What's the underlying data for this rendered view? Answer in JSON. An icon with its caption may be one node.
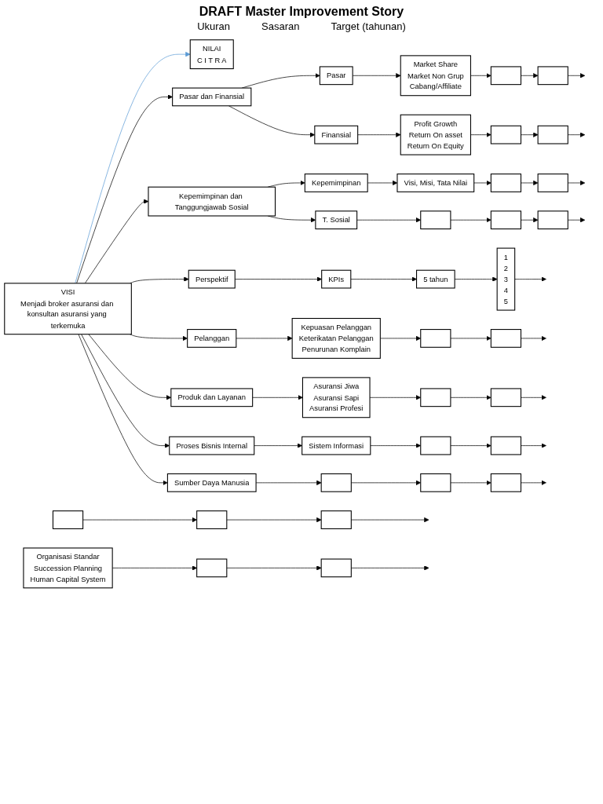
{
  "diagram": {
    "title": "DRAFT Master Improvement Story",
    "nodes": [
      {
        "text": [
          "VISI",
          "Menjadi broker asuransi dan konsultan asuransi yang terkemuka"
        ]
      },
      {
        "text": [
          "NILAI",
          "C I T R A"
        ]
      },
      {
        "text": [
          "Perspektif"
        ]
      },
      {
        "text": [
          "KPIs"
        ]
      },
      {
        "text": [
          "5 tahun"
        ]
      },
      {
        "text": [
          "1",
          "2",
          "3",
          "4",
          "5"
        ]
      },
      {
        "text": [
          "Pasar dan Finansial"
        ]
      },
      {
        "text": [
          "Pasar"
        ]
      },
      {
        "text": [
          "Market Share",
          "Market Non Grup",
          "Cabang/Affiliate"
        ]
      },
      {
        "text": [],
        "shape": "box"
      },
      {
        "text": [],
        "shape": "box"
      },
      {
        "text": [
          "Finansial"
        ]
      },
      {
        "text": [
          "Profit Growth",
          "Return On asset",
          "Return On Equity"
        ]
      },
      {
        "text": [],
        "shape": "box"
      },
      {
        "text": [],
        "shape": "box"
      },
      {
        "text": [
          "Pelanggan"
        ]
      },
      {
        "text": [
          "Kepuasan Pelanggan",
          "Keterikatan Pelanggan",
          "Penurunan Komplain"
        ]
      },
      {
        "text": [],
        "shape": "box"
      },
      {
        "text": [],
        "shape": "box"
      },
      {
        "text": [
          "Produk dan Layanan"
        ]
      },
      {
        "text": [
          "Asuransi Jiwa",
          "Asuransi Sapi",
          "Asuransi Profesi"
        ]
      },
      {
        "text": [],
        "shape": "box"
      },
      {
        "text": [],
        "shape": "box"
      },
      {
        "text": [],
        "shape": "box"
      },
      {
        "text": [],
        "shape": "box"
      },
      {
        "text": [],
        "shape": "box"
      },
      {
        "text": [
          "Proses Bisnis Internal"
        ]
      },
      {
        "text": [
          "Sistem Informasi"
        ]
      },
      {
        "text": [],
        "shape": "box"
      },
      {
        "text": [],
        "shape": "box"
      },
      {
        "text": [
          "Sumber Daya Manusia"
        ]
      },
      {
        "text": [
          "Organisasi Standar",
          "Succession Planning",
          "Human Capital System"
        ]
      },
      {
        "text": [],
        "shape": "box"
      },
      {
        "text": [],
        "shape": "box"
      },
      {
        "text": [],
        "shape": "box"
      },
      {
        "text": [],
        "shape": "box"
      },
      {
        "text": [],
        "shape": "box"
      },
      {
        "text": [
          "Kepemimpinan dan Tanggungjawab Sosial"
        ]
      },
      {
        "text": [
          "Kepemimpinan"
        ]
      },
      {
        "text": [
          "Visi, Misi, Tata Nilai"
        ]
      },
      {
        "text": [],
        "shape": "box"
      },
      {
        "text": [],
        "shape": "box"
      },
      {
        "text": [
          "T. Sosial"
        ]
      },
      {
        "text": [],
        "shape": "box"
      },
      {
        "text": [],
        "shape": "box"
      },
      {
        "text": [],
        "shape": "box"
      }
    ],
    "edges": [
      {
        "from": 0,
        "to": 1,
        "arrow": "to",
        "color": "#5b9bd5"
      },
      {
        "from": 0,
        "to": 2,
        "arrow": "to"
      },
      {
        "from": 0,
        "to": 6,
        "arrow": "to"
      },
      {
        "from": 0,
        "to": 15,
        "arrow": "to"
      },
      {
        "from": 0,
        "to": 19,
        "arrow": "to"
      },
      {
        "from": 0,
        "to": 26,
        "arrow": "to"
      },
      {
        "from": 0,
        "to": 30,
        "arrow": "to"
      },
      {
        "from": 0,
        "to": 37,
        "arrow": "to"
      },
      {
        "from": 2,
        "to": 3,
        "arrow": "to"
      },
      {
        "from": 3,
        "to": 4,
        "arrow": "to"
      },
      {
        "from": 4,
        "to": 5,
        "arrow": "to"
      },
      {
        "from": 5,
        "to": null,
        "arrow": "to"
      },
      {
        "from": 6,
        "to": 7,
        "arrow": "to"
      },
      {
        "from": 6,
        "to": 11,
        "arrow": "to"
      },
      {
        "from": 7,
        "to": 8,
        "arrow": "to"
      },
      {
        "from": 8,
        "to": 9,
        "arrow": "to"
      },
      {
        "from": 9,
        "to": 10,
        "arrow": "to"
      },
      {
        "from": 10,
        "to": null,
        "arrow": "to"
      },
      {
        "from": 11,
        "to": 12,
        "arrow": "to"
      },
      {
        "from": 12,
        "to": 13,
        "arrow": "to"
      },
      {
        "from": 13,
        "to": 14,
        "arrow": "to"
      },
      {
        "from": 14,
        "to": null,
        "arrow": "to"
      },
      {
        "from": 15,
        "to": 16,
        "arrow": "to"
      },
      {
        "from": 16,
        "to": 17,
        "arrow": "to"
      },
      {
        "from": 17,
        "to": 18,
        "arrow": "to"
      },
      {
        "from": 18,
        "to": null,
        "arrow": "to"
      },
      {
        "from": 19,
        "to": 20,
        "arrow": "to"
      },
      {
        "from": 20,
        "to": 21,
        "arrow": "to"
      },
      {
        "from": 21,
        "to": 22,
        "arrow": "to"
      },
      {
        "from": 22,
        "to": null,
        "arrow": "to"
      },
      {
        "from": 23,
        "to": 24,
        "arrow": "to"
      },
      {
        "from": 24,
        "to": 25,
        "arrow": "to"
      },
      {
        "from": 25,
        "to": null,
        "arrow": "to"
      },
      {
        "from": 26,
        "to": 27,
        "arrow": "to"
      },
      {
        "from": 27,
        "to": 28,
        "arrow": "to"
      },
      {
        "from": 28,
        "to": 29,
        "arrow": "to"
      },
      {
        "from": 29,
        "to": null,
        "arrow": "to"
      },
      {
        "from": 30,
        "to": 34,
        "arrow": "to"
      },
      {
        "from": 31,
        "to": 32,
        "arrow": "to"
      },
      {
        "from": 32,
        "to": 33,
        "arrow": "to"
      },
      {
        "from": 33,
        "to": null,
        "arrow": "to"
      },
      {
        "from": 34,
        "to": 35,
        "arrow": "to"
      },
      {
        "from": 35,
        "to": 36,
        "arrow": "to"
      },
      {
        "from": 36,
        "to": null,
        "arrow": "to"
      },
      {
        "from": 37,
        "to": 38,
        "arrow": "to"
      },
      {
        "from": 37,
        "to": 42,
        "arrow": "to"
      },
      {
        "from": 38,
        "to": 39,
        "arrow": "to"
      },
      {
        "from": 39,
        "to": 40,
        "arrow": "to"
      },
      {
        "from": 40,
        "to": 41,
        "arrow": "to"
      },
      {
        "from": 41,
        "to": null,
        "arrow": "to"
      },
      {
        "from": 42,
        "to": 43,
        "arrow": "to"
      },
      {
        "from": 43,
        "to": 44,
        "arrow": "to"
      },
      {
        "from": 44,
        "to": 45,
        "arrow": "to"
      },
      {
        "from": 45,
        "to": null,
        "arrow": "to"
      }
    ],
    "labels": [
      "Ukuran",
      "Sasaran",
      "Target (tahunan)"
    ]
  }
}
